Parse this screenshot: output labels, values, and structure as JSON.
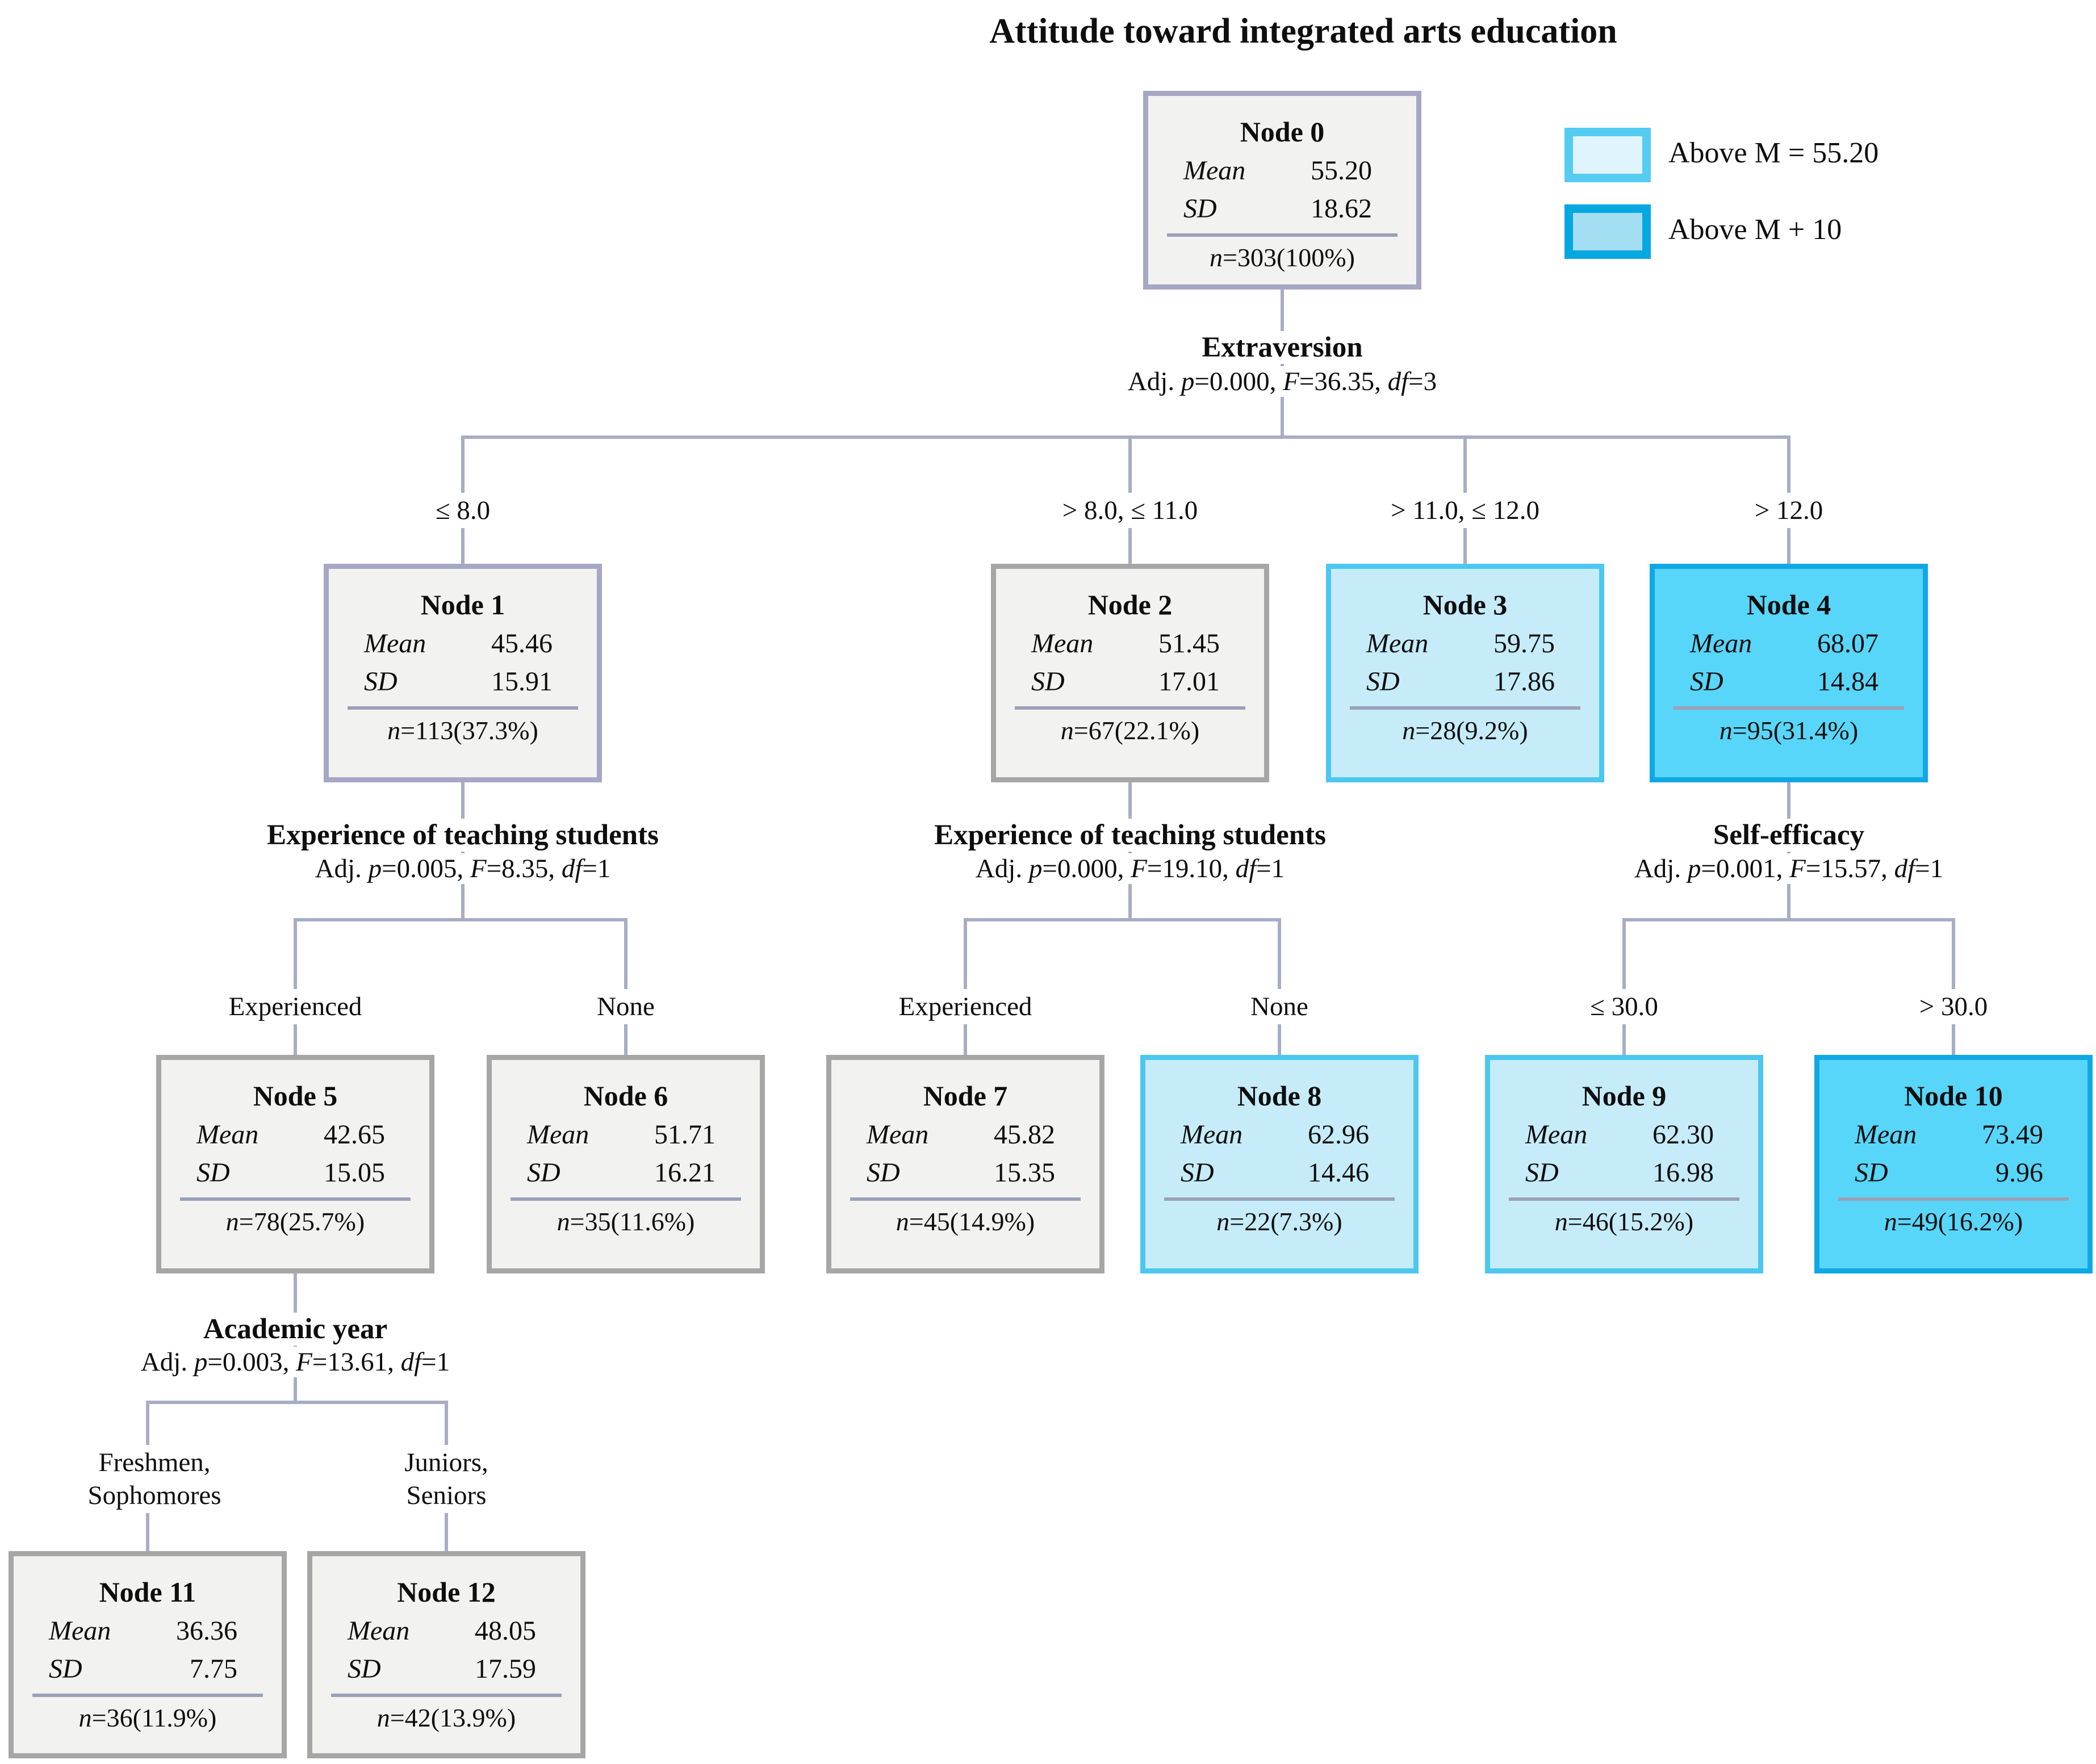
{
  "title": "Attitude toward integrated arts education",
  "legend": {
    "items": [
      {
        "swatch": "above-mean-swatch",
        "label": "Above M = 55.20"
      },
      {
        "swatch": "above-mean-plus-10-swatch",
        "label": "Above M + 10"
      }
    ]
  },
  "terms": {
    "mean": "Mean",
    "sd": "SD",
    "n": "n",
    "adj": "Adj. ",
    "p": "p",
    "f": "F",
    "df": "df"
  },
  "tree": {
    "nodes": {
      "n0": {
        "title": "Node 0",
        "mean": "55.20",
        "sd": "18.62",
        "n_rest": "=303(100%)"
      },
      "n1": {
        "title": "Node 1",
        "mean": "45.46",
        "sd": "15.91",
        "n_rest": "=113(37.3%)"
      },
      "n2": {
        "title": "Node 2",
        "mean": "51.45",
        "sd": "17.01",
        "n_rest": "=67(22.1%)"
      },
      "n3": {
        "title": "Node 3",
        "mean": "59.75",
        "sd": "17.86",
        "n_rest": "=28(9.2%)"
      },
      "n4": {
        "title": "Node 4",
        "mean": "68.07",
        "sd": "14.84",
        "n_rest": "=95(31.4%)"
      },
      "n5": {
        "title": "Node 5",
        "mean": "42.65",
        "sd": "15.05",
        "n_rest": "=78(25.7%)"
      },
      "n6": {
        "title": "Node 6",
        "mean": "51.71",
        "sd": "16.21",
        "n_rest": "=35(11.6%)"
      },
      "n7": {
        "title": "Node 7",
        "mean": "45.82",
        "sd": "15.35",
        "n_rest": "=45(14.9%)"
      },
      "n8": {
        "title": "Node 8",
        "mean": "62.96",
        "sd": "14.46",
        "n_rest": "=22(7.3%)"
      },
      "n9": {
        "title": "Node 9",
        "mean": "62.30",
        "sd": "16.98",
        "n_rest": "=46(15.2%)"
      },
      "n10": {
        "title": "Node 10",
        "mean": "73.49",
        "sd": "9.96",
        "n_rest": "=49(16.2%)"
      },
      "n11": {
        "title": "Node 11",
        "mean": "36.36",
        "sd": "7.75",
        "n_rest": "=36(11.9%)"
      },
      "n12": {
        "title": "Node 12",
        "mean": "48.05",
        "sd": "17.59",
        "n_rest": "=42(13.9%)"
      }
    },
    "splits": {
      "extraversion": {
        "variable": "Extraversion",
        "p_val": "=0.000, ",
        "f_val": "=36.35, ",
        "df_val": "=3"
      },
      "teaching1": {
        "variable": "Experience of teaching students",
        "p_val": "=0.005, ",
        "f_val": "=8.35, ",
        "df_val": "=1"
      },
      "teaching2": {
        "variable": "Experience of teaching students",
        "p_val": "=0.000, ",
        "f_val": "=19.10, ",
        "df_val": "=1"
      },
      "selfefficacy": {
        "variable": "Self-efficacy",
        "p_val": "=0.001, ",
        "f_val": "=15.57, ",
        "df_val": "=1"
      },
      "academicyear": {
        "variable": "Academic year",
        "p_val": "=0.003, ",
        "f_val": "=13.61, ",
        "df_val": "=1"
      }
    },
    "branches": {
      "b1": "≤ 8.0",
      "b2": "> 8.0, ≤ 11.0",
      "b3": "> 11.0, ≤ 12.0",
      "b4": "> 12.0",
      "exp1a": "Experienced",
      "exp1b": "None",
      "exp2a": "Experienced",
      "exp2b": "None",
      "se_a": "≤ 30.0",
      "se_b": "> 30.0",
      "ay_a1": "Freshmen,",
      "ay_a2": "Sophomores",
      "ay_b1": "Juniors,",
      "ay_b2": "Seniors"
    }
  },
  "colors": {
    "background": "#FFFFFF",
    "text": "#0E0E0E",
    "connector": "#A8ADC6",
    "node_gray_fill": "#F2F2F0",
    "node_gray_border": "#A6A6A6",
    "node_root_border": "#A5A7C4",
    "node_above_mean_fill": "#C6ECFA",
    "node_above_mean_border": "#4CC7F0",
    "node_above_mean_plus10_fill": "#58D6F9",
    "node_above_mean_plus10_border": "#0FA8E5",
    "legend_above_mean_fill": "#DFF4FC",
    "legend_above_mean_border": "#55CCF2",
    "legend_above_mean_plus10_fill": "#A3DEF3",
    "legend_above_mean_plus10_border": "#06A8E2",
    "node_divider": "#9BA0B8"
  }
}
